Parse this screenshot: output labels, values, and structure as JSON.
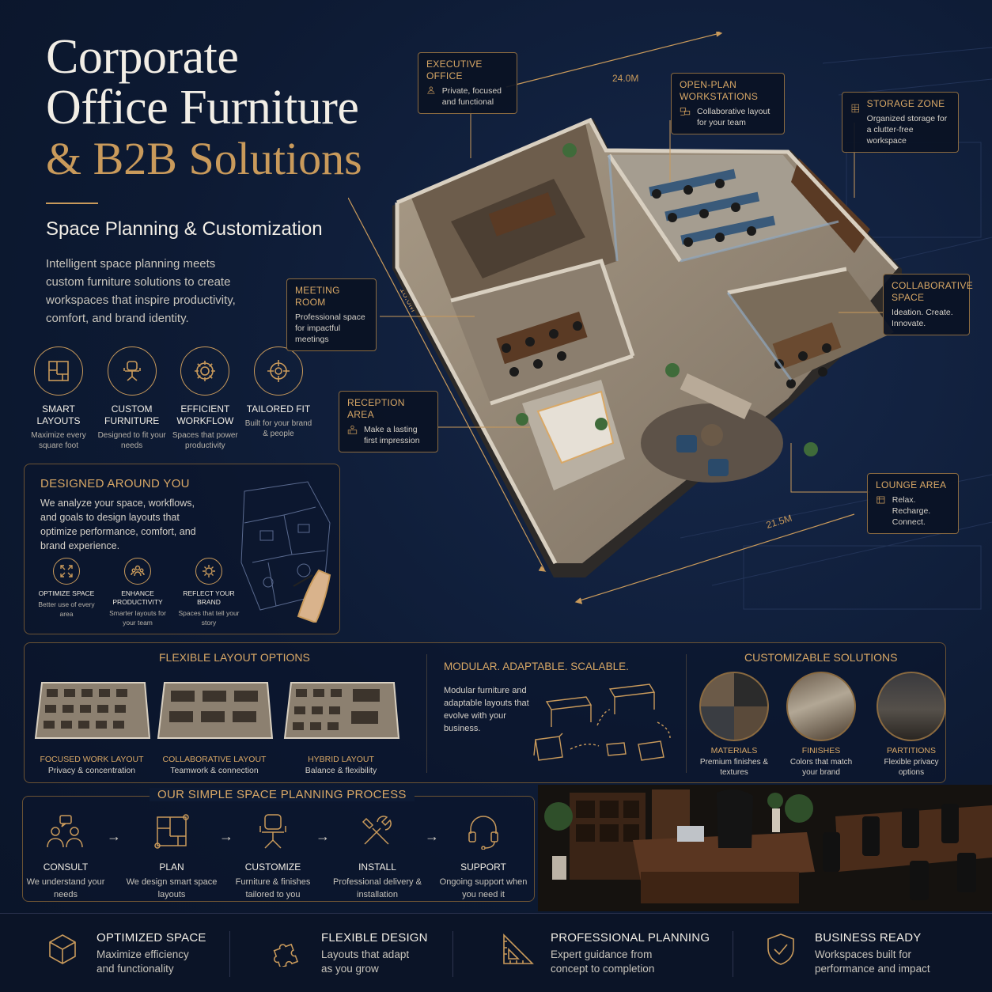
{
  "header": {
    "title_line1": "Corporate",
    "title_line2": "Office Furniture",
    "title_line3": "& B2B Solutions",
    "subtitle": "Space Planning & Customization",
    "intro": "Intelligent space planning meets custom furniture solutions to create workspaces that inspire productivity, comfort, and brand identity."
  },
  "features": [
    {
      "title": "SMART LAYOUTS",
      "desc": "Maximize every square foot",
      "icon": "layout-icon"
    },
    {
      "title": "CUSTOM FURNITURE",
      "desc": "Designed to fit your needs",
      "icon": "chair-icon"
    },
    {
      "title": "EFFICIENT WORKFLOW",
      "desc": "Spaces that power productivity",
      "icon": "gear-icon"
    },
    {
      "title": "TAILORED FIT",
      "desc": "Built for your brand & people",
      "icon": "target-icon"
    }
  ],
  "designed": {
    "title": "DESIGNED AROUND YOU",
    "text": "We analyze your space, workflows, and goals to design layouts that optimize performance, comfort, and brand experience.",
    "items": [
      {
        "title": "OPTIMIZE SPACE",
        "desc": "Better use of every area",
        "icon": "expand-icon"
      },
      {
        "title": "ENHANCE PRODUCTIVITY",
        "desc": "Smarter layouts for your team",
        "icon": "team-icon"
      },
      {
        "title": "REFLECT YOUR BRAND",
        "desc": "Spaces that tell your story",
        "icon": "brand-icon"
      }
    ]
  },
  "floorplan": {
    "dim_top": "24.0M",
    "dim_left": "18.0M",
    "dim_bottom": "21.5M",
    "callouts": {
      "executive": {
        "title": "EXECUTIVE OFFICE",
        "desc": "Private, focused and functional"
      },
      "openplan": {
        "title": "OPEN-PLAN WORKSTATIONS",
        "desc": "Collaborative layout for your team"
      },
      "storage": {
        "title": "STORAGE ZONE",
        "desc": "Organized storage for a clutter-free workspace"
      },
      "meeting": {
        "title": "MEETING ROOM",
        "desc": "Professional space for impactful meetings"
      },
      "collab": {
        "title": "COLLABORATIVE SPACE",
        "desc": "Ideation. Create. Innovate."
      },
      "reception": {
        "title": "RECEPTION AREA",
        "desc": "Make a lasting first impression"
      },
      "lounge": {
        "title": "LOUNGE AREA",
        "desc": "Relax. Recharge. Connect."
      }
    }
  },
  "layouts": {
    "title": "FLEXIBLE LAYOUT OPTIONS",
    "items": [
      {
        "title": "FOCUSED WORK LAYOUT",
        "desc": "Privacy & concentration"
      },
      {
        "title": "COLLABORATIVE LAYOUT",
        "desc": "Teamwork & connection"
      },
      {
        "title": "HYBRID LAYOUT",
        "desc": "Balance & flexibility"
      }
    ]
  },
  "modular": {
    "title": "MODULAR. ADAPTABLE. SCALABLE.",
    "text": "Modular furniture and adaptable layouts that evolve with your business."
  },
  "customizable": {
    "title": "CUSTOMIZABLE SOLUTIONS",
    "items": [
      {
        "title": "MATERIALS",
        "desc": "Premium finishes & textures"
      },
      {
        "title": "FINISHES",
        "desc": "Colors that match your brand"
      },
      {
        "title": "PARTITIONS",
        "desc": "Flexible privacy options"
      }
    ]
  },
  "process": {
    "title": "OUR SIMPLE SPACE PLANNING PROCESS",
    "steps": [
      {
        "title": "CONSULT",
        "desc": "We understand your needs",
        "icon": "consult-icon"
      },
      {
        "title": "PLAN",
        "desc": "We design smart space layouts",
        "icon": "blueprint-icon"
      },
      {
        "title": "CUSTOMIZE",
        "desc": "Furniture & finishes tailored to you",
        "icon": "chair-icon"
      },
      {
        "title": "INSTALL",
        "desc": "Professional delivery & installation",
        "icon": "tools-icon"
      },
      {
        "title": "SUPPORT",
        "desc": "Ongoing support when you need it",
        "icon": "headset-icon"
      }
    ]
  },
  "footer": [
    {
      "title": "OPTIMIZED SPACE",
      "desc": "Maximize efficiency and functionality",
      "icon": "cube-icon"
    },
    {
      "title": "FLEXIBLE DESIGN",
      "desc": "Layouts that adapt as you grow",
      "icon": "puzzle-icon"
    },
    {
      "title": "PROFESSIONAL PLANNING",
      "desc": "Expert guidance from concept to completion",
      "icon": "ruler-triangle-icon"
    },
    {
      "title": "BUSINESS READY",
      "desc": "Workspaces built for performance and impact",
      "icon": "shield-check-icon"
    }
  ],
  "colors": {
    "background": "#0d1a33",
    "accent": "#c99a5b",
    "text": "#e8e4dc"
  }
}
